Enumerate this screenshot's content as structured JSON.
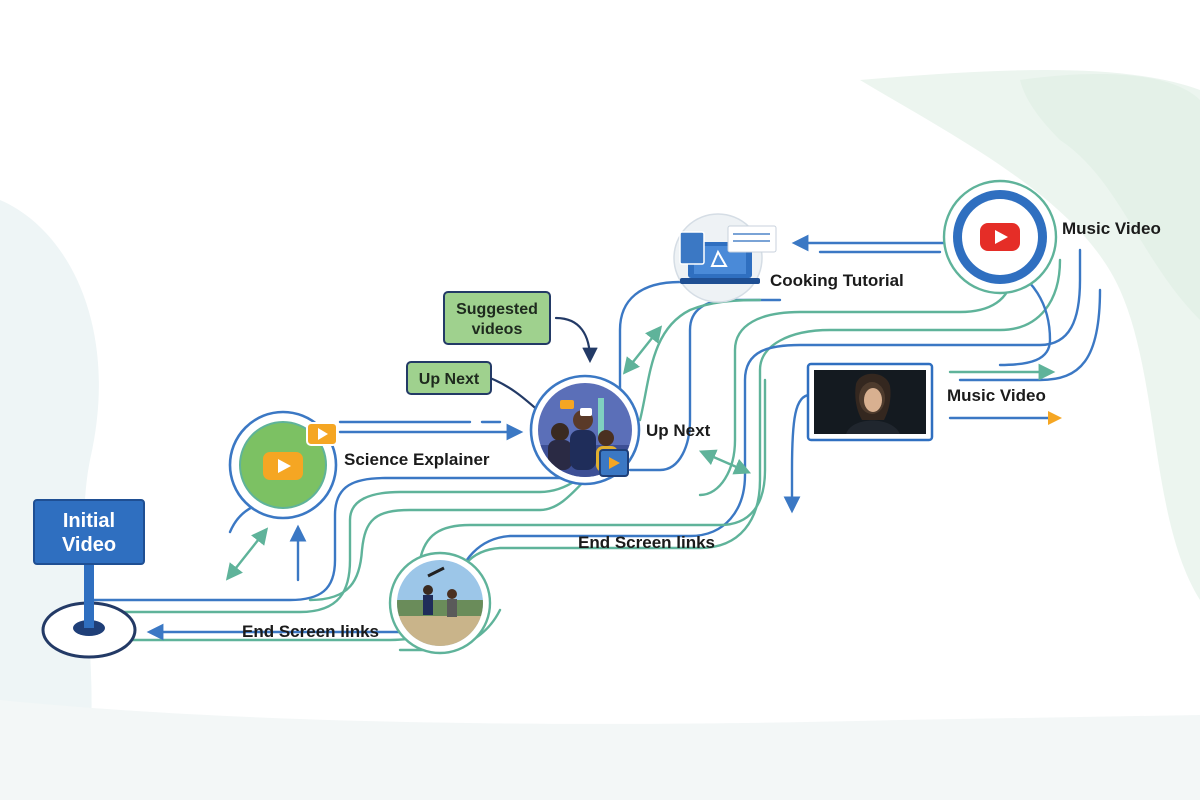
{
  "nodes": {
    "initial_video": {
      "label_line1": "Initial",
      "label_line2": "Video"
    },
    "science_explainer": {
      "label": "Science Explainer"
    },
    "up_next_center": {
      "label": "Up Next"
    },
    "cooking_tutorial": {
      "label": "Cooking Tutorial"
    },
    "music_video_top": {
      "label": "Music Video"
    },
    "music_video_mid": {
      "label": "Music Video"
    }
  },
  "callouts": {
    "suggested_videos": {
      "line1": "Suggested",
      "line2": "videos"
    },
    "up_next": {
      "label": "Up Next"
    }
  },
  "path_labels": {
    "end_screen_links_bottom": "End Screen links",
    "end_screen_links_mid": "End Screen links"
  },
  "colors": {
    "blue": "#3b78c4",
    "green": "#5fb39a",
    "navy": "#233a66",
    "callout_fill": "#9fd18e",
    "sign_fill": "#2f6fc0",
    "play_orange": "#f5a623",
    "youtube_red": "#e52d27"
  }
}
